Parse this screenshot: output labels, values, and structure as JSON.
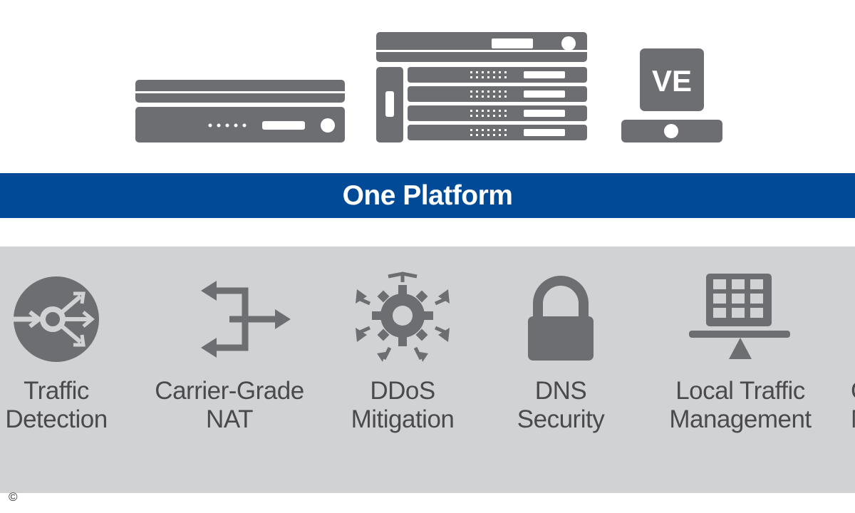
{
  "hardware": {
    "icons": [
      "rack-appliance-1u-icon",
      "chassis-blade-icon",
      "virtual-edition-icon"
    ],
    "ve_label": "VE"
  },
  "platform": {
    "label": "One Platform",
    "band_color": "#004a97"
  },
  "services": [
    {
      "icon": "traffic-detection-icon",
      "label_line1": "Traffic",
      "label_line2": "Detection"
    },
    {
      "icon": "network-arrows-icon",
      "label_line1": "Carrier-Grade",
      "label_line2": "NAT"
    },
    {
      "icon": "ddos-burst-icon",
      "label_line1": "DDoS",
      "label_line2": "Mitigation"
    },
    {
      "icon": "lock-icon",
      "label_line1": "DNS",
      "label_line2": "Security"
    },
    {
      "icon": "load-balancer-icon",
      "label_line1": "Local Traffic",
      "label_line2": "Management"
    },
    {
      "icon": "partial-icon",
      "label_line1": "G",
      "label_line2": "M"
    }
  ],
  "copyright": "©",
  "colors": {
    "icon_gray": "#6d6e71",
    "panel_gray": "#d1d2d4",
    "text_gray": "#4a4a4c"
  }
}
